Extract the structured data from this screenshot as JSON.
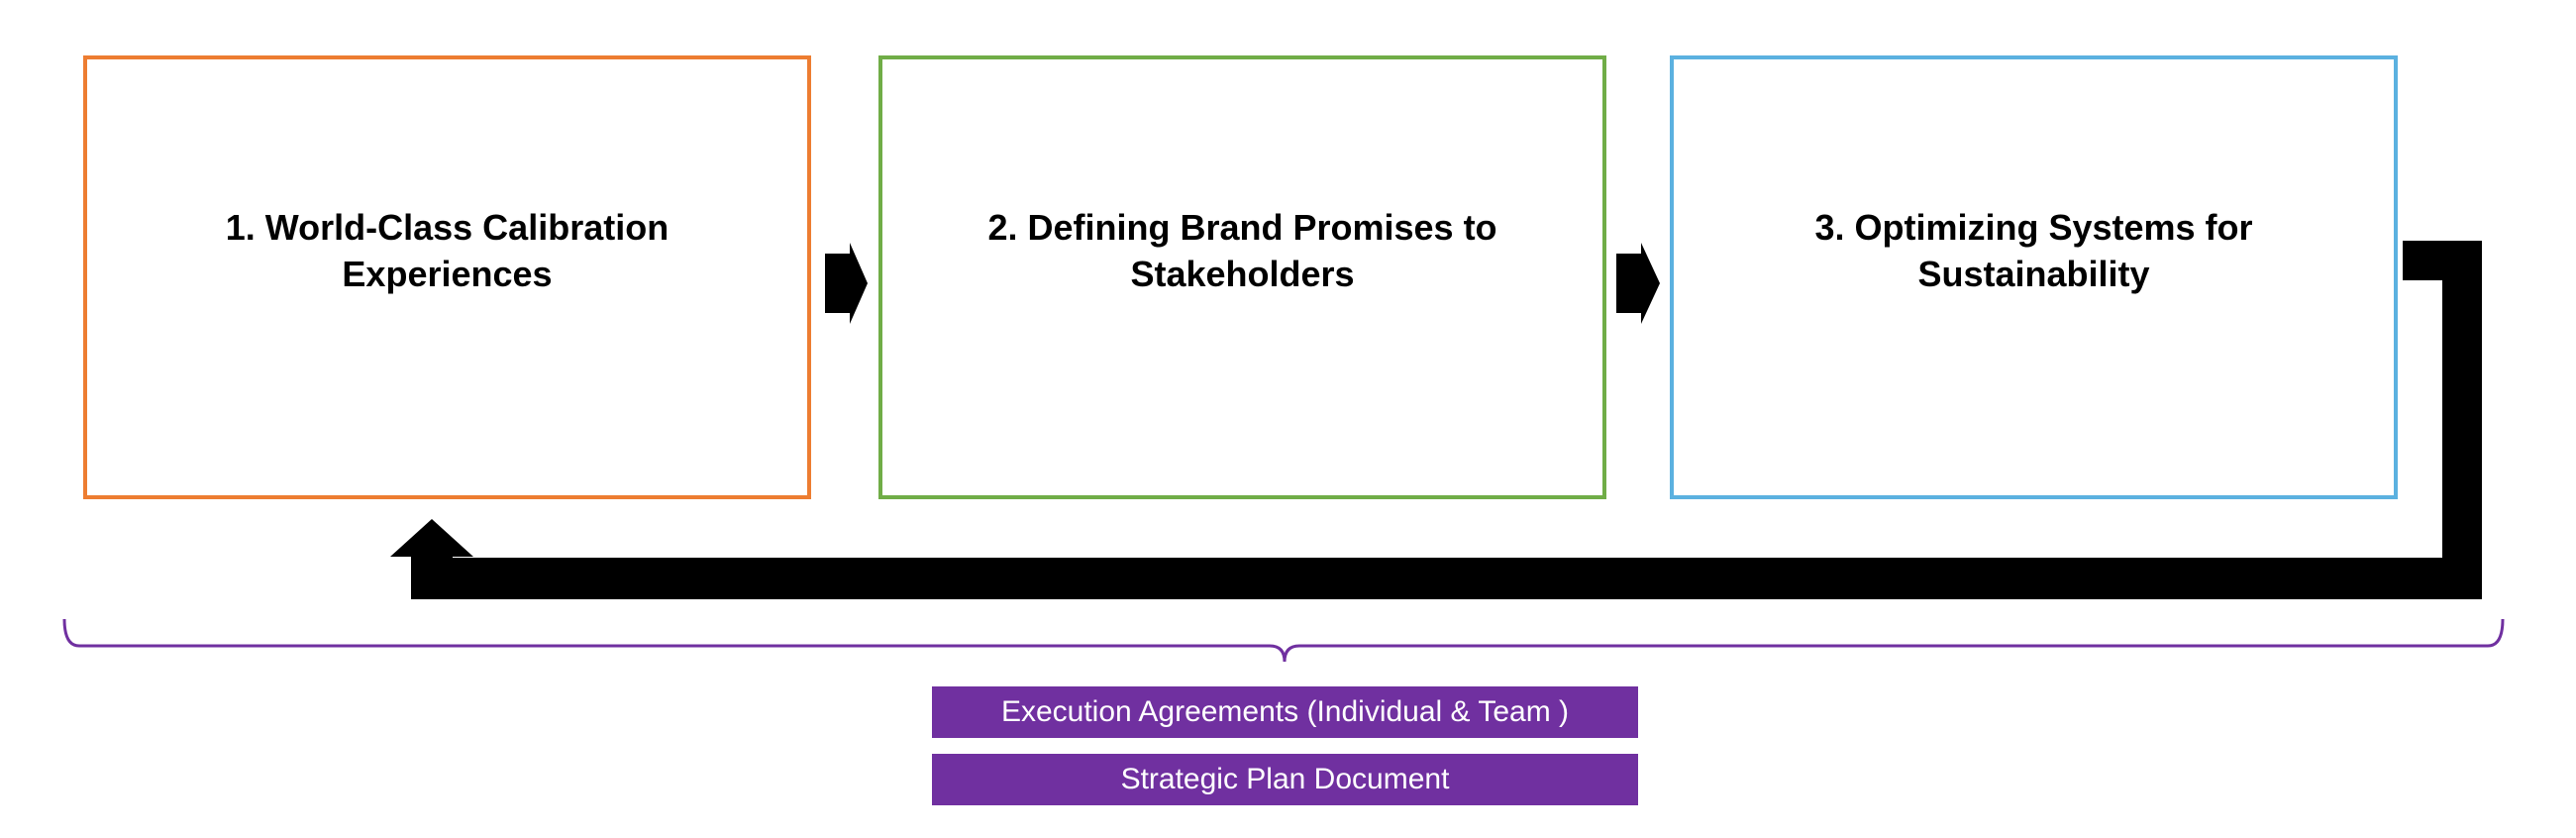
{
  "steps": [
    {
      "label": "1. World-Class Calibration Experiences",
      "border_color": "#ED7D31"
    },
    {
      "label": "2. Defining Brand Promises to Stakeholders",
      "border_color": "#70AD47"
    },
    {
      "label": "3. Optimizing Systems for Sustainability",
      "border_color": "#5BB1E0"
    }
  ],
  "bars": [
    {
      "label": "Execution Agreements (Individual & Team )"
    },
    {
      "label": "Strategic Plan Document"
    }
  ],
  "colors": {
    "arrow": "#000000",
    "brace": "#7030A0",
    "bar_fill": "#7030A0",
    "bar_text": "#FFFFFF"
  }
}
